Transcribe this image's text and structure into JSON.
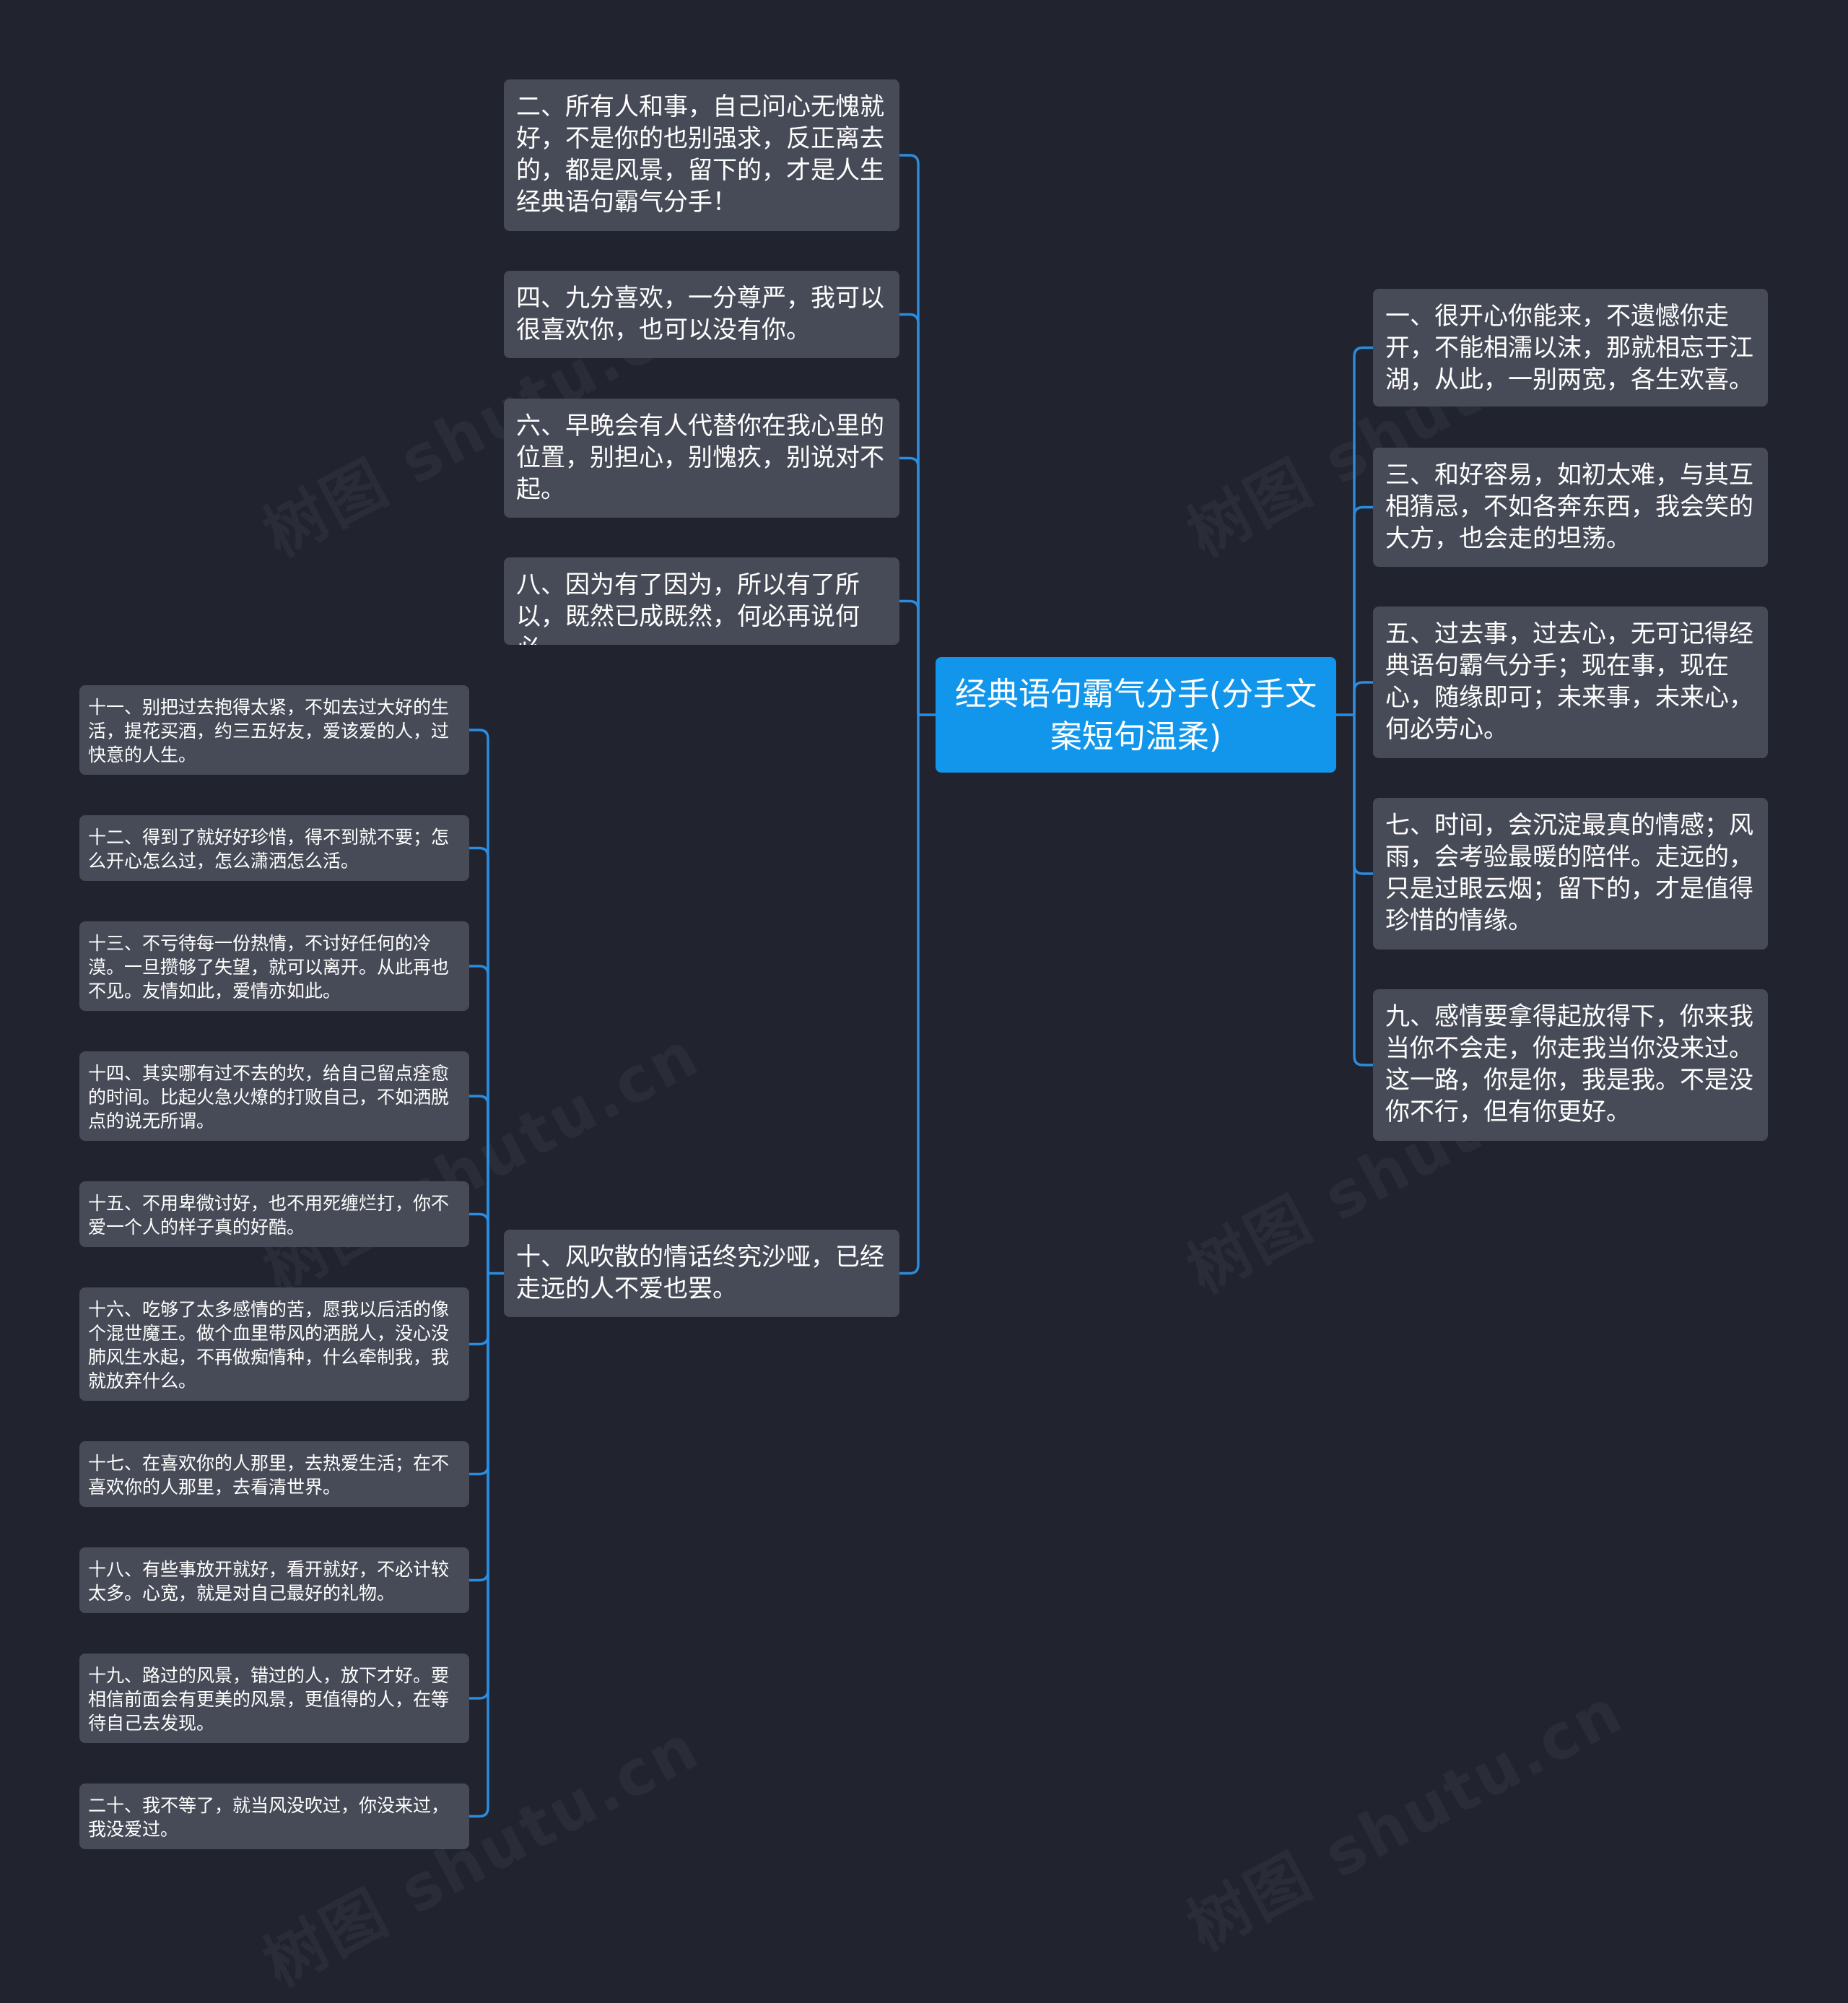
{
  "watermark": "树图 shutu.cn",
  "root": {
    "text": "经典语句霸气分手(分手文案短句温柔)"
  },
  "right_nodes": [
    "一、很开心你能来，不遗憾你走开，不能相濡以沫，那就相忘于江湖，从此，一别两宽，各生欢喜。",
    "三、和好容易，如初太难，与其互相猜忌，不如各奔东西，我会笑的大方，也会走的坦荡。",
    "五、过去事，过去心，无可记得经典语句霸气分手；现在事，现在心，随缘即可；未来事，未来心，何必劳心。",
    "七、时间，会沉淀最真的情感；风雨，会考验最暖的陪伴。走远的，只是过眼云烟；留下的，才是值得珍惜的情缘。",
    "九、感情要拿得起放得下，你来我当你不会走，你走我当你没来过。这一路，你是你，我是我。不是没你不行，但有你更好。"
  ],
  "left_nodes": [
    "二、所有人和事，自己问心无愧就好，不是你的也别强求，反正离去的，都是风景，留下的，才是人生经典语句霸气分手！",
    "四、九分喜欢，一分尊严，我可以很喜欢你，也可以没有你。",
    "六、早晚会有人代替你在我心里的位置，别担心，别愧疚，别说对不起。",
    "八、因为有了因为，所以有了所以，既然已成既然，何必再说何必。",
    "十、风吹散的情话终究沙哑，已经走远的人不爱也罢。"
  ],
  "sub_nodes": [
    "十一、别把过去抱得太紧，不如去过大好的生活，提花买酒，约三五好友，爱该爱的人，过快意的人生。",
    "十二、得到了就好好珍惜，得不到就不要；怎么开心怎么过，怎么潇洒怎么活。",
    "十三、不亏待每一份热情，不讨好任何的冷漠。一旦攒够了失望，就可以离开。从此再也不见。友情如此，爱情亦如此。",
    "十四、其实哪有过不去的坎，给自己留点痊愈的时间。比起火急火燎的打败自己，不如洒脱点的说无所谓。",
    "十五、不用卑微讨好，也不用死缠烂打，你不爱一个人的样子真的好酷。",
    "十六、吃够了太多感情的苦，愿我以后活的像个混世魔王。做个血里带风的洒脱人，没心没肺风生水起，不再做痴情种，什么牵制我，我就放弃什么。",
    "十七、在喜欢你的人那里，去热爱生活；在不喜欢你的人那里，去看清世界。",
    "十八、有些事放开就好，看开就好，不必计较太多。心宽，就是对自己最好的礼物。",
    "十九、路过的风景，错过的人，放下才好。要相信前面会有更美的风景，更值得的人，在等待自己去发现。",
    "二十、我不等了，就当风没吹过，你没来过，我没爱过。"
  ],
  "colors": {
    "background": "#21242f",
    "node": "#474b57",
    "root": "#1296ec",
    "edge": "#2a8de0",
    "text": "#ffffff"
  }
}
